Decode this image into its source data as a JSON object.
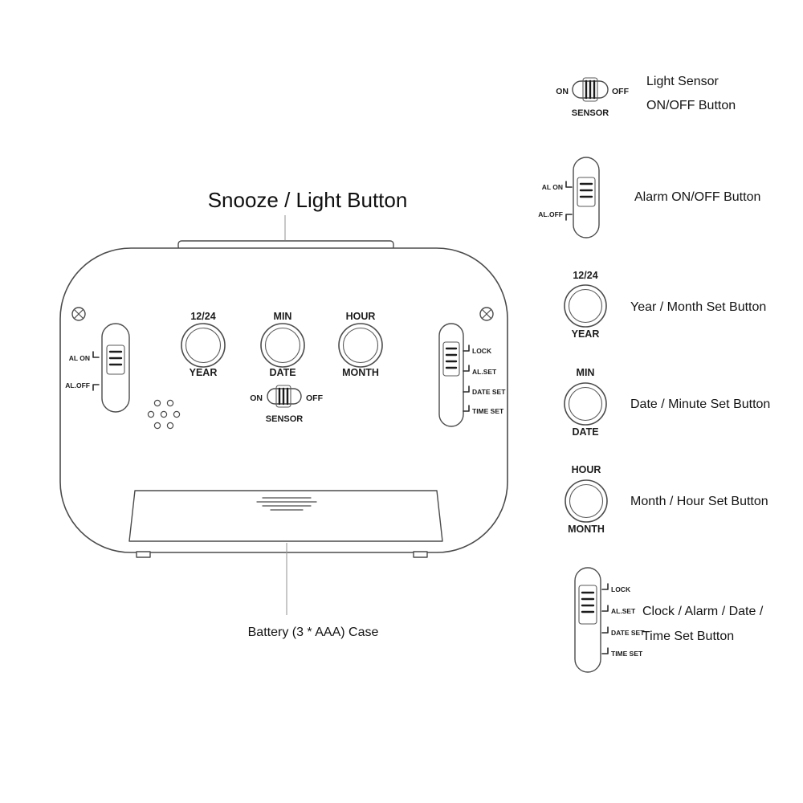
{
  "title": {
    "snooze": "Snooze / Light Button",
    "battery": "Battery (3 * AAA) Case"
  },
  "device": {
    "alarm_switch": {
      "on": "AL ON",
      "off": "AL.OFF"
    },
    "year_button": {
      "top": "12/24",
      "bottom": "YEAR"
    },
    "date_button": {
      "top": "MIN",
      "bottom": "DATE"
    },
    "hour_button": {
      "top": "HOUR",
      "bottom": "MONTH"
    },
    "sensor_switch": {
      "on": "ON",
      "off": "OFF",
      "label": "SENSOR"
    },
    "mode_switch": {
      "labels": [
        "LOCK",
        "AL.SET",
        "DATE SET",
        "TIME SET"
      ]
    }
  },
  "callouts": {
    "sensor": {
      "on": "ON",
      "off": "OFF",
      "label": "SENSOR",
      "caption1": "Light Sensor",
      "caption2": "ON/OFF Button"
    },
    "alarm": {
      "on": "AL ON",
      "off": "AL.OFF",
      "caption": "Alarm ON/OFF Button"
    },
    "year": {
      "top": "12/24",
      "bottom": "YEAR",
      "caption": "Year / Month Set Button"
    },
    "date": {
      "top": "MIN",
      "bottom": "DATE",
      "caption": "Date / Minute Set Button"
    },
    "hour": {
      "top": "HOUR",
      "bottom": "MONTH",
      "caption": "Month / Hour Set Button"
    },
    "mode": {
      "labels": [
        "LOCK",
        "AL.SET",
        "DATE SET",
        "TIME SET"
      ],
      "caption1": "Clock / Alarm / Date /",
      "caption2": "Time Set Button"
    }
  }
}
